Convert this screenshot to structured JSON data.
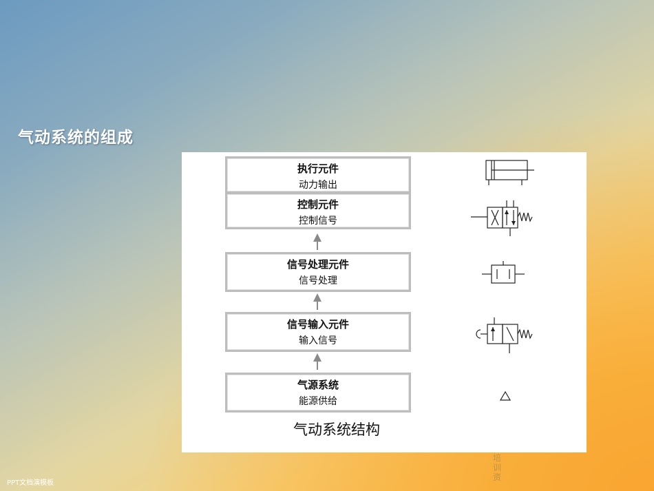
{
  "slide": {
    "title": "气动系统的组成",
    "footer": "PPT文档演模板",
    "watermark": "培训资"
  },
  "diagram": {
    "caption": "气动系统结构",
    "blocks": [
      {
        "title": "执行元件",
        "subtitle": "动力输出",
        "symbol": "cylinder-icon"
      },
      {
        "title": "控制元件",
        "subtitle": "控制信号",
        "symbol": "directional-valve-icon"
      },
      {
        "title": "信号处理元件",
        "subtitle": "信号处理",
        "symbol": "logic-element-icon"
      },
      {
        "title": "信号输入元件",
        "subtitle": "输入信号",
        "symbol": "pushbutton-valve-icon"
      },
      {
        "title": "气源系统",
        "subtitle": "能源供给",
        "symbol": "pressure-source-icon"
      }
    ]
  }
}
